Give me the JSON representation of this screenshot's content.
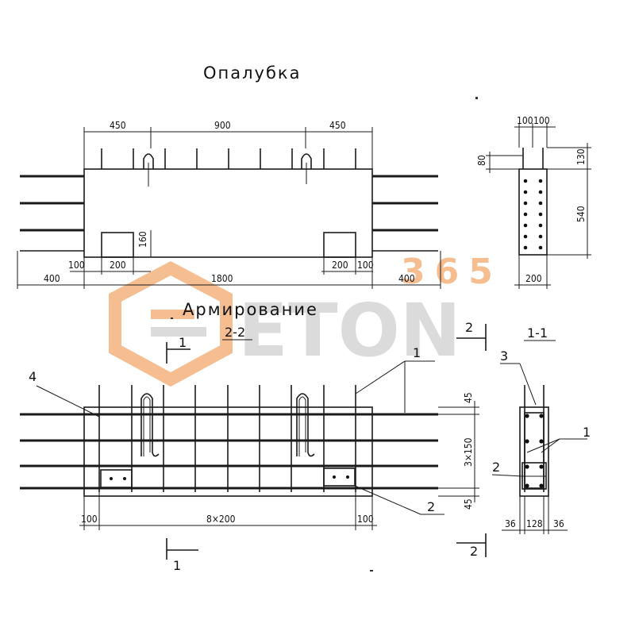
{
  "formwork": {
    "title": "Опалубка",
    "top_dims": [
      "450",
      "900",
      "450"
    ],
    "bottom_dims": [
      "400",
      "100",
      "200",
      "1800",
      "200",
      "100",
      "400"
    ],
    "recess_height": "160"
  },
  "section_side": {
    "top_dims": [
      "100",
      "100"
    ],
    "left_dim": "80",
    "right_dims": [
      "130",
      "540"
    ],
    "bottom_dim": "200"
  },
  "reinforcement": {
    "title": "Армирование",
    "section_22": "2-2",
    "section_11": "1-1",
    "cut_labels": [
      "1",
      "1",
      "2",
      "2"
    ],
    "callouts": [
      "1",
      "2",
      "3",
      "4",
      "1",
      "2"
    ],
    "right_dims": [
      "45",
      "3×150",
      "45"
    ],
    "bottom_dims": [
      "100",
      "8×200",
      "100"
    ],
    "section_bottom_dims": [
      "36",
      "128",
      "36"
    ]
  },
  "watermark": {
    "brand": "ETON",
    "num": "365",
    "color_orange": "#f2a86b",
    "color_gray": "#cfcfcf"
  }
}
